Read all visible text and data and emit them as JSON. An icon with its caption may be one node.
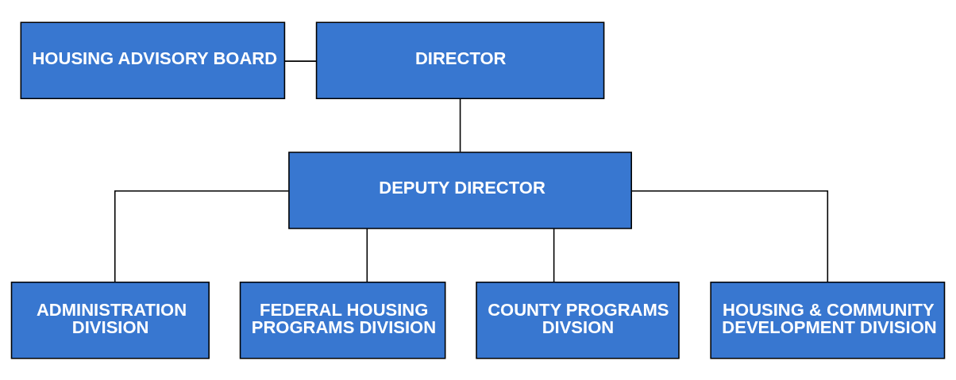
{
  "diagram": {
    "nodes": [
      {
        "text": [
          "DIRECTOR"
        ]
      },
      {
        "text": [
          "HOUSING ADVISORY BOARD"
        ]
      },
      {
        "text": [
          "DEPUTY DIRECTOR"
        ]
      },
      {
        "text": [
          "ADMINISTRATION DIVISION"
        ]
      },
      {
        "text": [
          "FEDERAL HOUSING PROGRAMS DIVISION"
        ]
      },
      {
        "text": [
          "COUNTY PROGRAMS DIVSION"
        ]
      },
      {
        "text": [
          "HOUSING & COMMUNITY DEVELOPMENT DIVISION"
        ]
      }
    ],
    "edges": [
      {
        "from": 0,
        "to": 2,
        "arrow": "none"
      },
      {
        "from": 1,
        "to": 0,
        "arrow": "none"
      },
      {
        "from": 2,
        "to": 3,
        "arrow": "none"
      },
      {
        "from": 2,
        "to": 4,
        "arrow": "none"
      },
      {
        "from": 2,
        "to": 5,
        "arrow": "none"
      },
      {
        "from": 2,
        "to": 6,
        "arrow": "none"
      }
    ]
  }
}
